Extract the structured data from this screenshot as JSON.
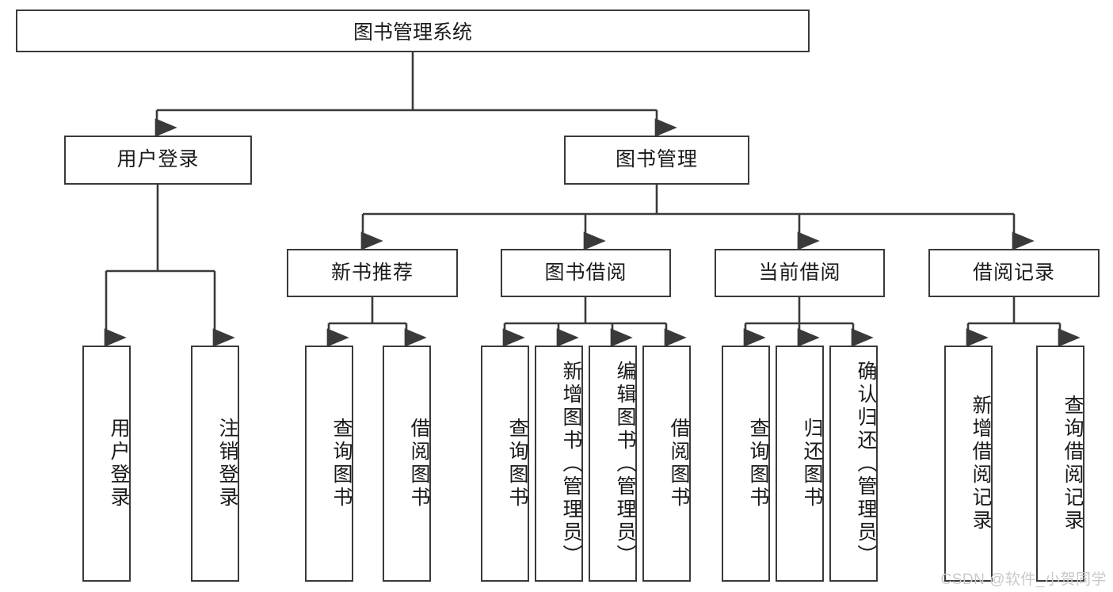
{
  "diagram": {
    "title": "图书管理系统",
    "watermark": "CSDN @软件_小贺同学",
    "colors": {
      "stroke": "#3a3a3a",
      "fill": "#ffffff",
      "text": "#1a1a1a",
      "watermark": "#c9c9c9"
    },
    "levels": {
      "root_label": "图书管理系统",
      "level2": [
        {
          "id": "user-login",
          "label": "用户登录"
        },
        {
          "id": "book-manage",
          "label": "图书管理"
        }
      ],
      "level3": [
        {
          "id": "new-book-recommend",
          "label": "新书推荐",
          "parent": "book-manage"
        },
        {
          "id": "book-borrow",
          "label": "图书借阅",
          "parent": "book-manage"
        },
        {
          "id": "current-borrow",
          "label": "当前借阅",
          "parent": "book-manage"
        },
        {
          "id": "borrow-record",
          "label": "借阅记录",
          "parent": "book-manage"
        }
      ],
      "leaves": [
        {
          "id": "leaf-user-login",
          "label": "用户登录",
          "parent": "user-login"
        },
        {
          "id": "leaf-user-logout",
          "label": "注销登录",
          "parent": "user-login"
        },
        {
          "id": "leaf-query-book-1",
          "label": "查询图书",
          "parent": "new-book-recommend"
        },
        {
          "id": "leaf-borrow-book-1",
          "label": "借阅图书",
          "parent": "new-book-recommend"
        },
        {
          "id": "leaf-query-book-2",
          "label": "查询图书",
          "parent": "book-borrow"
        },
        {
          "id": "leaf-add-book",
          "label": "新增图书（管理员）",
          "parent": "book-borrow"
        },
        {
          "id": "leaf-edit-book",
          "label": "编辑图书（管理员）",
          "parent": "book-borrow"
        },
        {
          "id": "leaf-borrow-book-2",
          "label": "借阅图书",
          "parent": "book-borrow"
        },
        {
          "id": "leaf-query-book-3",
          "label": "查询图书",
          "parent": "current-borrow"
        },
        {
          "id": "leaf-return-book",
          "label": "归还图书",
          "parent": "current-borrow"
        },
        {
          "id": "leaf-confirm-return",
          "label": "确认归还（管理员）",
          "parent": "current-borrow"
        },
        {
          "id": "leaf-add-record",
          "label": "新增借阅记录",
          "parent": "borrow-record"
        },
        {
          "id": "leaf-query-record",
          "label": "查询借阅记录",
          "parent": "borrow-record"
        }
      ]
    }
  }
}
